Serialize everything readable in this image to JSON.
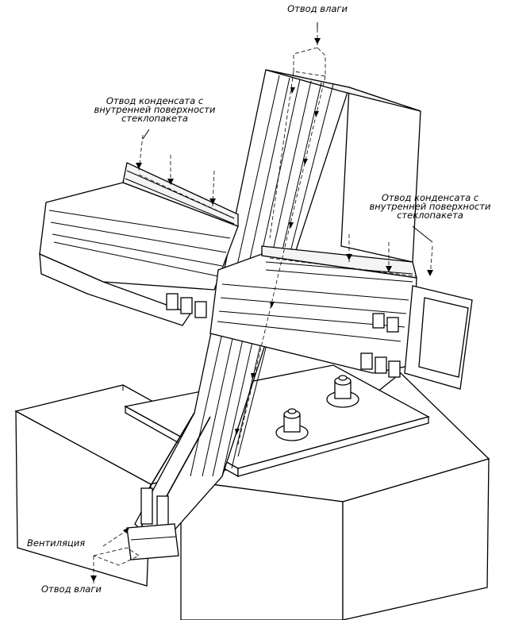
{
  "labels": {
    "top": "Отвод влаги",
    "left_condensate": [
      "Отвод конденсата с",
      "внутренней поверхности",
      "стеклопакета"
    ],
    "right_condensate": [
      "Отвод конденсата с",
      "внутренней поверхности",
      "стеклопакета"
    ],
    "ventilation": "Вентиляция",
    "bottom": "Отвод влаги"
  },
  "colors": {
    "line": "#000000",
    "background": "#ffffff"
  }
}
